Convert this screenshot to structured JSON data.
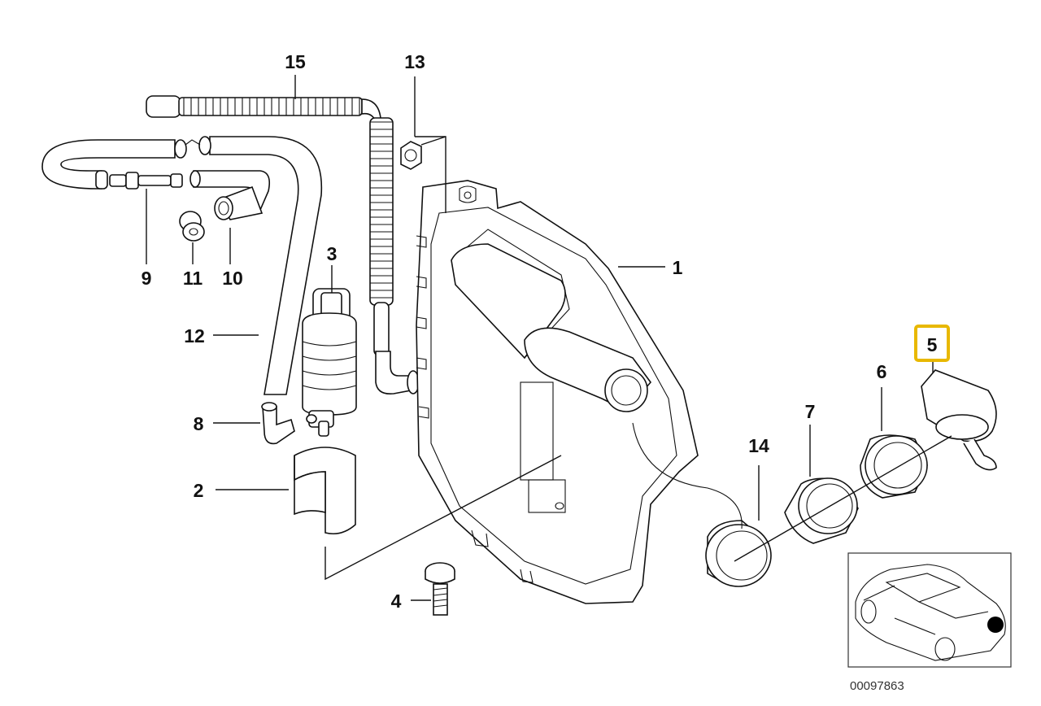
{
  "diagram": {
    "highlight_color": "#e8b800",
    "highlighted_callout": "5",
    "figure_number": "00097863",
    "callouts": {
      "c1": "1",
      "c2": "2",
      "c3": "3",
      "c4": "4",
      "c5": "5",
      "c6": "6",
      "c7": "7",
      "c8": "8",
      "c9": "9",
      "c10": "10",
      "c11": "11",
      "c12": "12",
      "c13": "13",
      "c14": "14",
      "c15": "15"
    }
  }
}
